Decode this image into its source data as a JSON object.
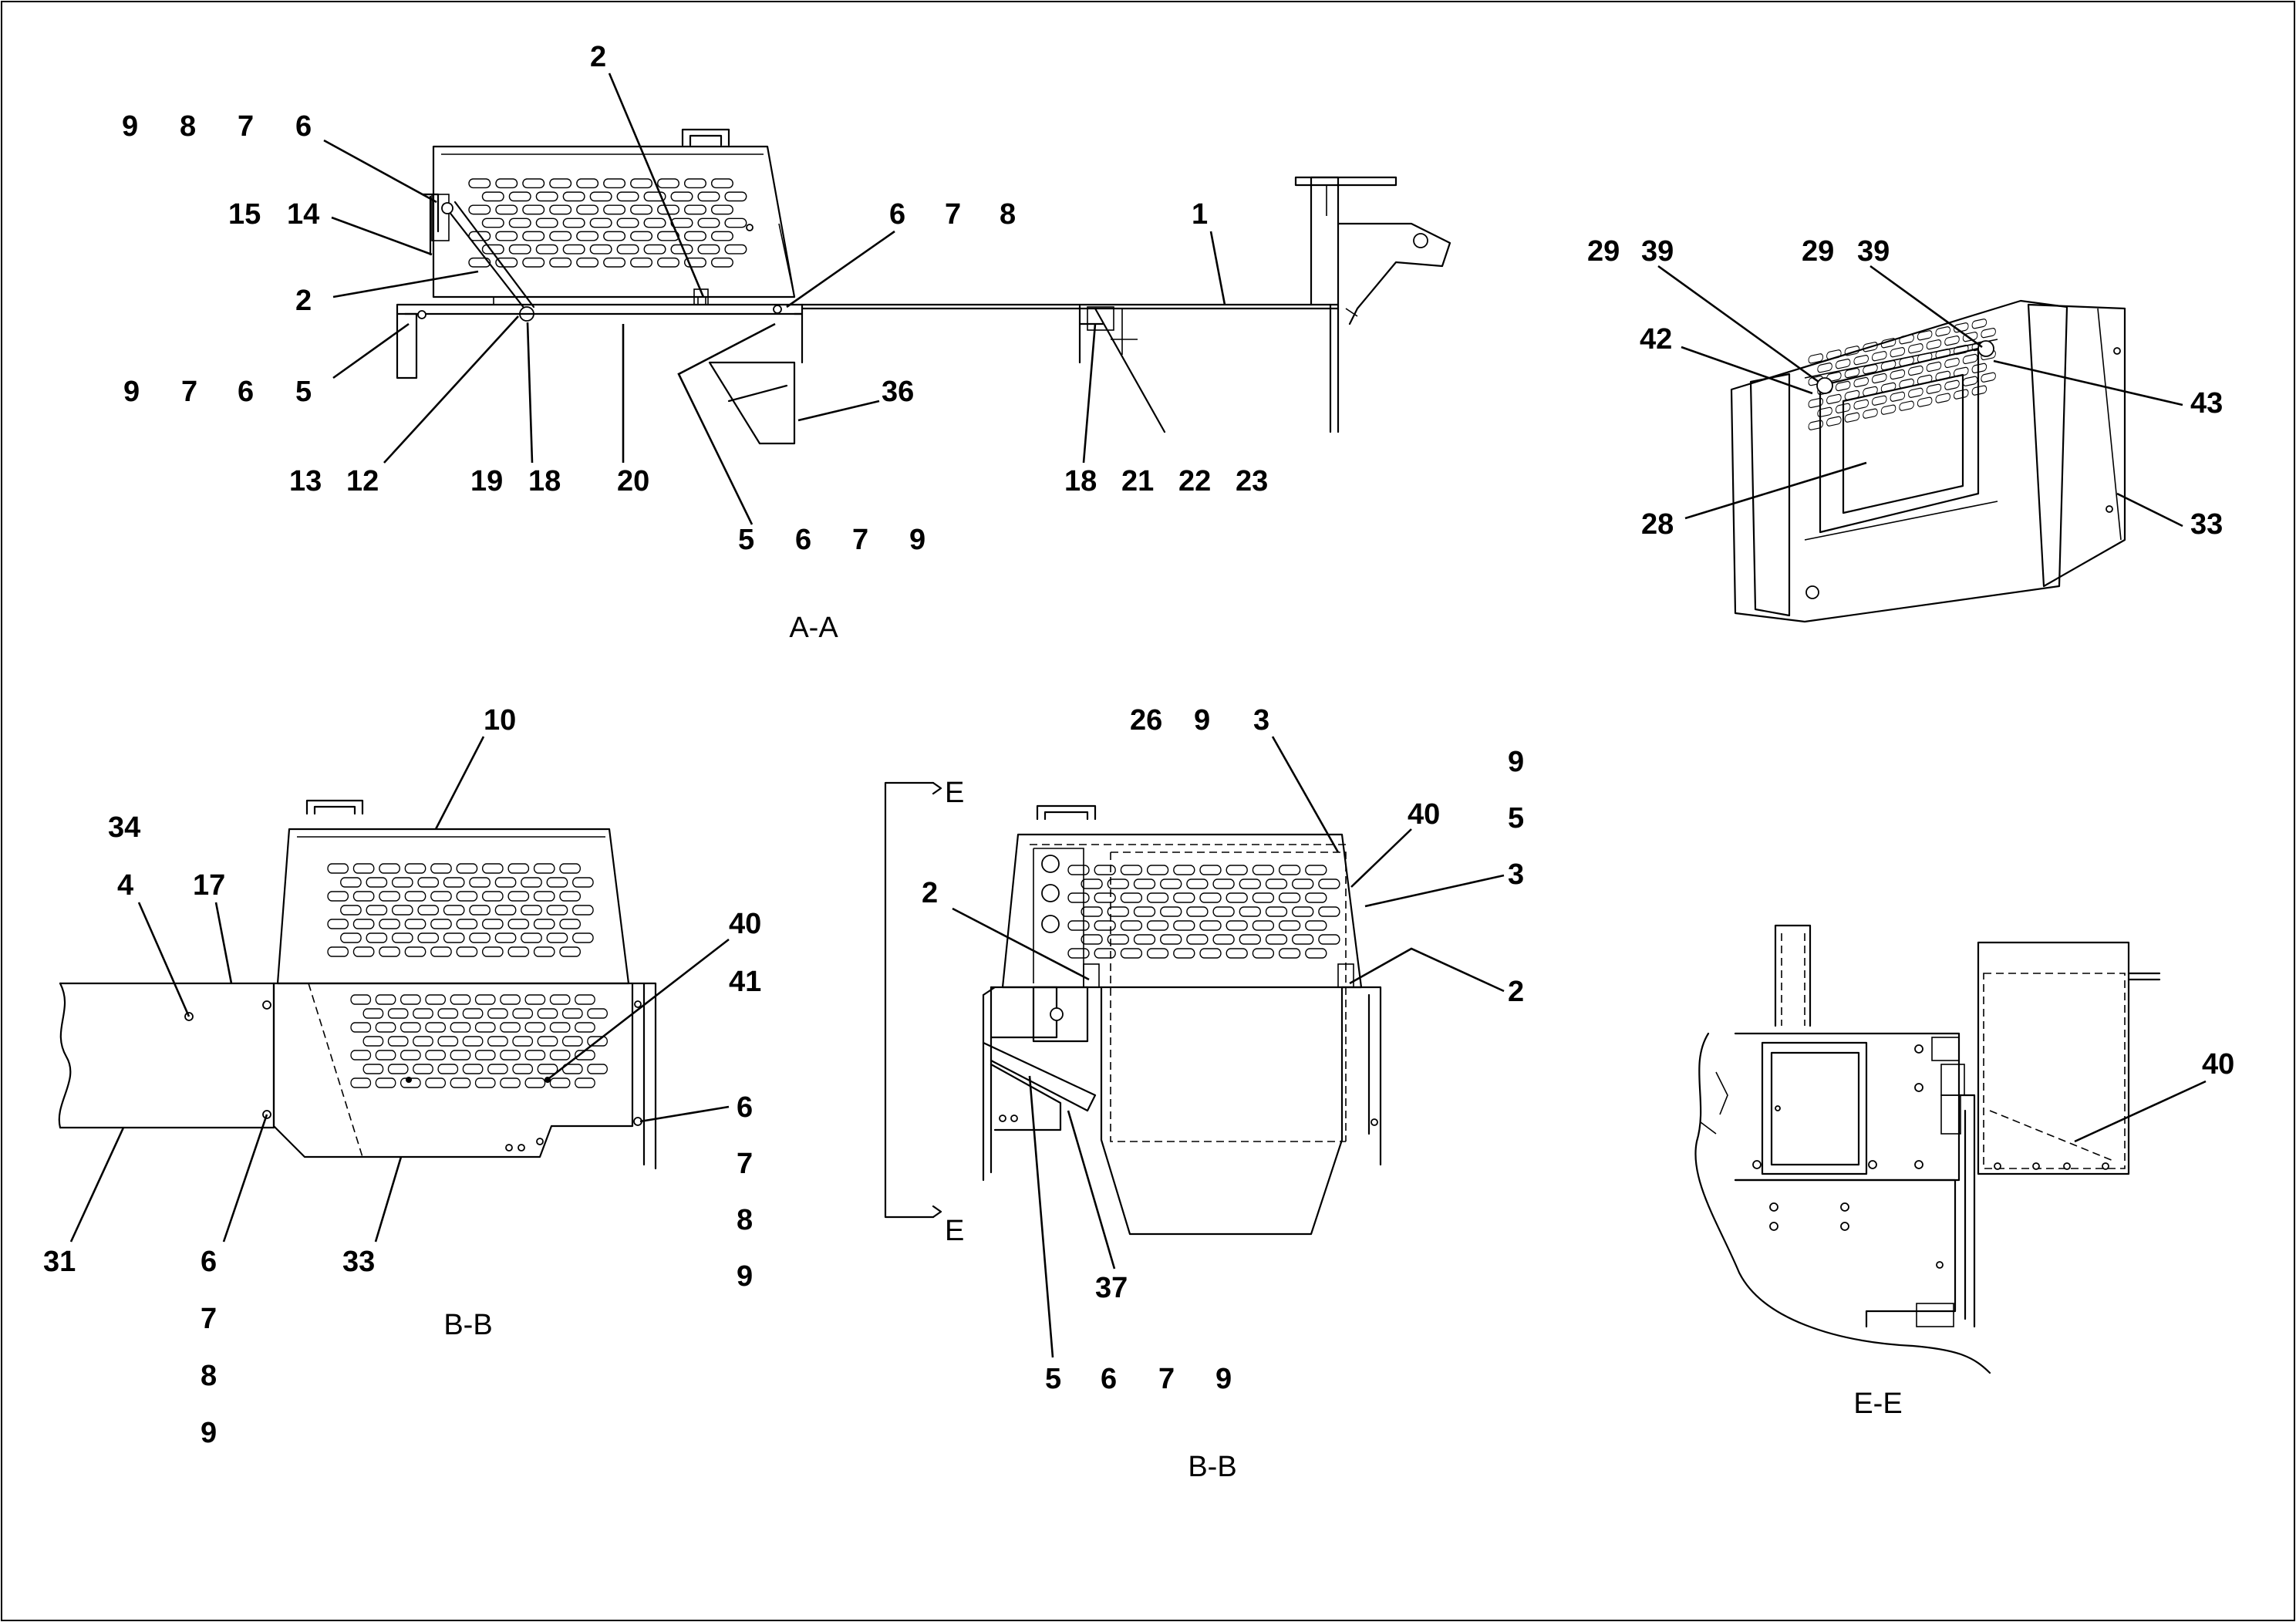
{
  "views": {
    "aa": "A-A",
    "bb_left": "B-B",
    "bb_center": "B-B",
    "ee": "E-E",
    "section_marker": "E"
  },
  "callouts": {
    "aa": {
      "r1": [
        "9",
        "8",
        "7",
        "6"
      ],
      "r2": [
        "15",
        "14"
      ],
      "r3": "2",
      "r4": [
        "9",
        "7",
        "6",
        "5"
      ],
      "r5": [
        "13",
        "12",
        "19",
        "18",
        "20"
      ],
      "top_2": "2",
      "mid": [
        "6",
        "7",
        "8"
      ],
      "right_1": "1",
      "r36": "36",
      "bottom_mid": [
        "5",
        "6",
        "7",
        "9"
      ],
      "bottom_right": [
        "18",
        "21",
        "22",
        "23"
      ]
    },
    "detail": {
      "top": [
        "29",
        "39",
        "29",
        "39"
      ],
      "c42": "42",
      "c43": "43",
      "c28": "28",
      "c33": "33"
    },
    "bb_left": {
      "c10": "10",
      "c34": "34",
      "c4": "4",
      "c17": "17",
      "c40": "40",
      "c41": "41",
      "right_stack": [
        "6",
        "7",
        "8",
        "9"
      ],
      "c31": "31",
      "c33": "33",
      "bottom_stack": [
        "6",
        "7",
        "8",
        "9"
      ]
    },
    "bb_center": {
      "top": [
        "26",
        "9",
        "3"
      ],
      "right_stack": [
        "9",
        "5",
        "3"
      ],
      "c40": "40",
      "left_2": "2",
      "right_2": "2",
      "c37": "37",
      "bottom": [
        "5",
        "6",
        "7",
        "9"
      ]
    },
    "ee": {
      "c40": "40"
    }
  }
}
